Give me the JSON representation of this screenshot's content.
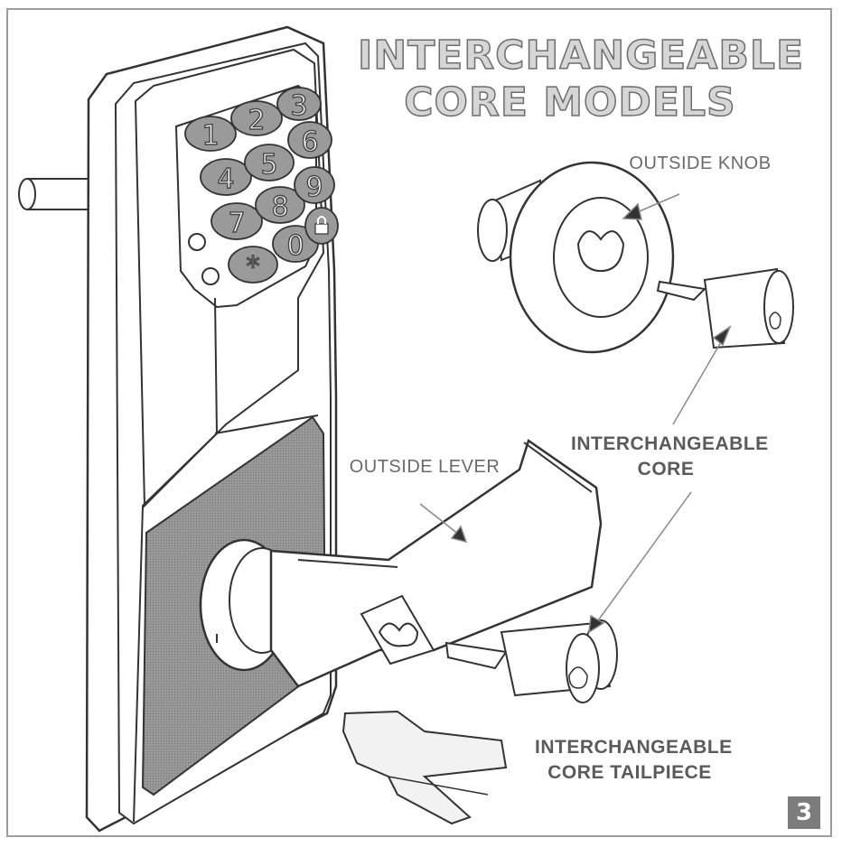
{
  "title_line1": "INTERCHANGEABLE",
  "title_line2": "CORE MODELS",
  "labels": {
    "outside_knob": "OUTSIDE KNOB",
    "outside_lever": "OUTSIDE LEVER",
    "core_line1": "INTERCHANGEABLE",
    "core_line2": "CORE",
    "tailpiece_line1": "INTERCHANGEABLE",
    "tailpiece_line2": "CORE TAILPIECE"
  },
  "keypad": {
    "k1": "1",
    "k2": "2",
    "k3": "3",
    "k4": "4",
    "k5": "5",
    "k6": "6",
    "k7": "7",
    "k8": "8",
    "k9": "9",
    "kstar": "*",
    "k0": "0",
    "klock": "🔒"
  },
  "page_number": "3",
  "colors": {
    "line": "#3a3a3a",
    "fill_gray": "#8d8d8d",
    "frame": "#a0a0a0"
  }
}
